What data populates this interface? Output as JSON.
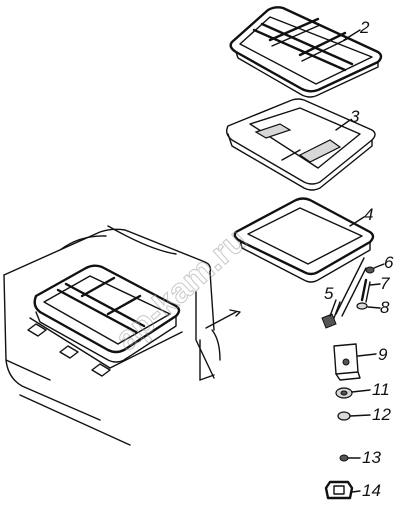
{
  "watermark": "ap-kam.ru",
  "parts": [
    {
      "id": "2",
      "label": "2"
    },
    {
      "id": "3",
      "label": "3"
    },
    {
      "id": "4",
      "label": "4"
    },
    {
      "id": "5",
      "label": "5"
    },
    {
      "id": "6",
      "label": "6"
    },
    {
      "id": "7",
      "label": "7"
    },
    {
      "id": "8",
      "label": "8"
    },
    {
      "id": "9",
      "label": "9"
    },
    {
      "id": "11",
      "label": "11"
    },
    {
      "id": "12",
      "label": "12"
    },
    {
      "id": "13",
      "label": "13"
    },
    {
      "id": "14",
      "label": "14"
    }
  ]
}
